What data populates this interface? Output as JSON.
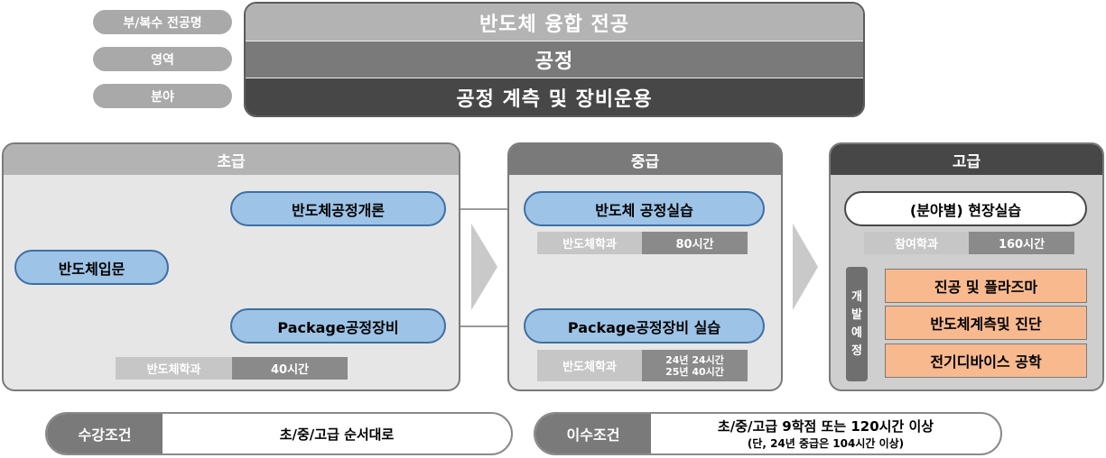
{
  "header": {
    "labels": [
      "부/복수 전공명",
      "영역",
      "분야"
    ],
    "values": [
      "반도체 융합 전공",
      "공정",
      "공정 계측 및 장비운용"
    ]
  },
  "beginner": {
    "title": "초급",
    "intro": "반도체입문",
    "course1": "반도체공정개론",
    "course2": "Package공정장비",
    "dept": "반도체학과",
    "hours": "40시간"
  },
  "intermediate": {
    "title": "중급",
    "course1": "반도체 공정실습",
    "dept1": "반도체학과",
    "hours1": "80시간",
    "course2": "Package공정장비 실습",
    "dept2": "반도체학과",
    "hours2_line1": "24년 24시간",
    "hours2_line2": "25년 40시간"
  },
  "advanced": {
    "title": "고급",
    "course": "(분야별) 현장실습",
    "dept": "참여학과",
    "hours": "160시간",
    "planned_label": [
      "개",
      "발",
      "예",
      "정"
    ],
    "planned": [
      "진공 및 플라즈마",
      "반도체계측및 진단",
      "전기디바이스 공학"
    ]
  },
  "conditions": {
    "enroll_label": "수강조건",
    "enroll_text": "초/중/고급 순서대로",
    "complete_label": "이수조건",
    "complete_line1": "초/중/고급 9학점 또는 120시간 이상",
    "complete_line2": "(단, 24년 중급은 104시간 이상)"
  },
  "colors": {
    "node_fill": "#9dc3e6",
    "node_border": "#3e6fa3",
    "planned_fill": "#f8b98f",
    "dark": "#474747"
  }
}
